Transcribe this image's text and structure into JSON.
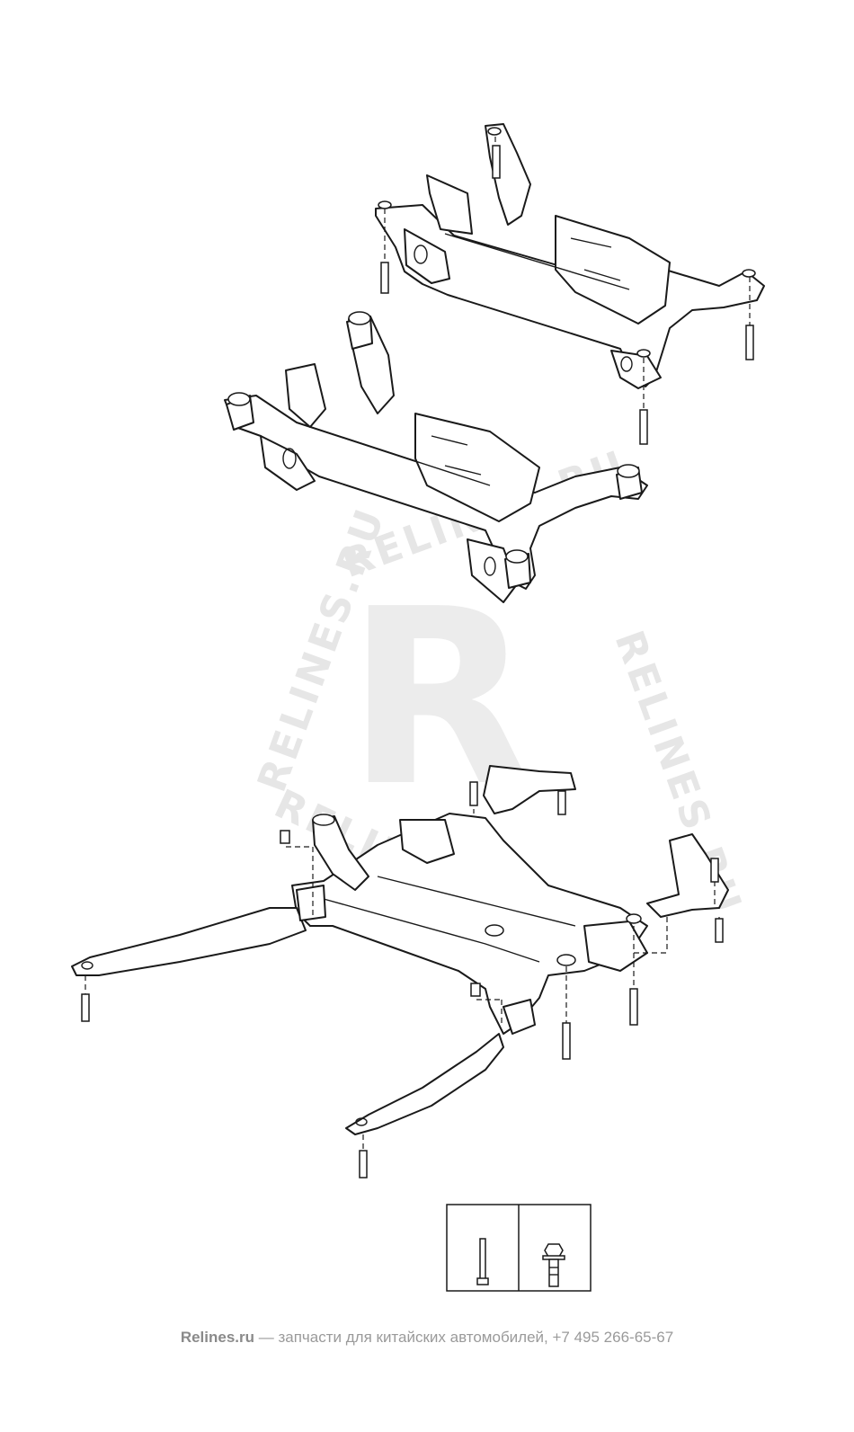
{
  "watermark": {
    "letter": "R",
    "ring_text": "RELINES.RU"
  },
  "footer": {
    "brand": "Relines.ru",
    "text": " — запчасти для китайских автомобилей, +7 495 266-65-67"
  },
  "legend_box": {
    "cells": [
      "long-bolt-icon",
      "flange-bolt-icon"
    ]
  }
}
